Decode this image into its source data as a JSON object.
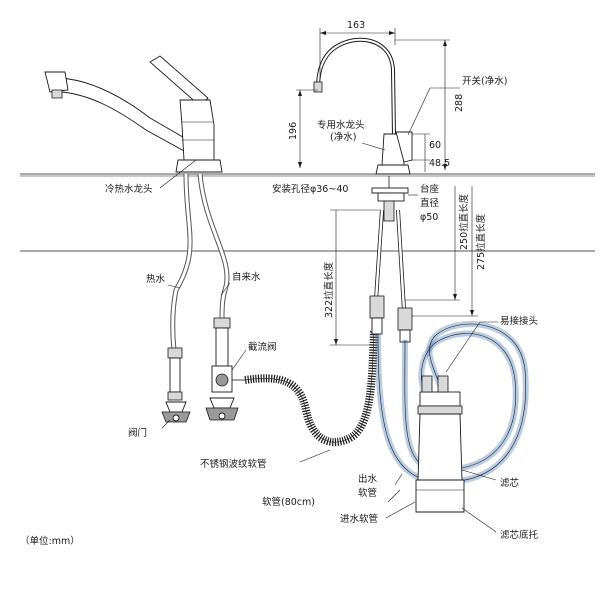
{
  "labels": {
    "dim_163": "163",
    "dim_288": "288",
    "dim_196": "196",
    "dim_60": "60",
    "dim_48_5": "48.5",
    "switch": "开关(净水)",
    "dedicated_faucet_1": "专用水龙头",
    "dedicated_faucet_2": "(净水)",
    "hot_cold_faucet": "冷热水龙头",
    "mount_hole": "安装孔径φ36~40",
    "base_1": "台座",
    "base_2": "直径",
    "base_3": "φ50",
    "len_250": "250拉直长度",
    "len_275": "275拉直长度",
    "len_322": "322拉直长度",
    "hot_water": "热水",
    "tap_water": "自来水",
    "shutoff_valve": "截流阀",
    "valve": "阀门",
    "quick_connector": "易接接头",
    "stainless_hose": "不锈钢波纹软管",
    "outlet_1": "出水",
    "outlet_2": "软管",
    "filter": "滤芯",
    "soft_hose": "软管(80cm)",
    "inlet_hose": "进水软管",
    "filter_base": "滤芯底托",
    "unit": "（单位:mm）"
  }
}
